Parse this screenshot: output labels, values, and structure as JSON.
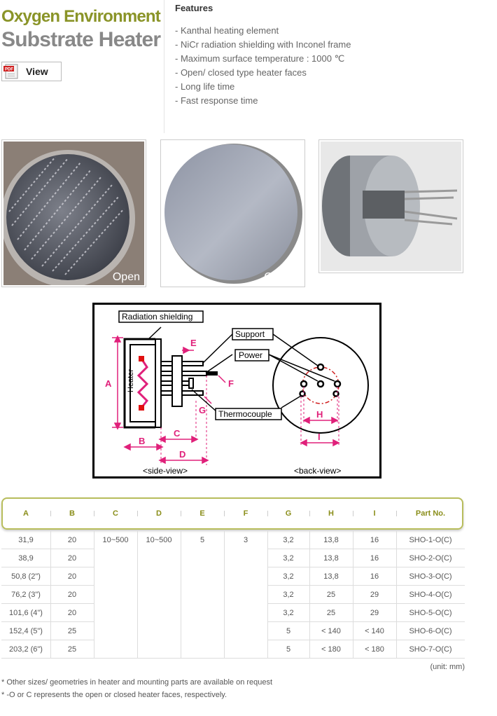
{
  "header": {
    "title_line1": "Oxygen Environment",
    "title_line2": "Substrate Heater",
    "view_label": "View",
    "pdf_label": "PDF"
  },
  "features": {
    "heading": "Features",
    "items": [
      "- Kanthal heating element",
      "- NiCr radiation shielding with Inconel frame",
      "- Maximum surface temperature : 1000 ℃",
      "- Open/ closed type heater faces",
      "- Long life time",
      "- Fast response time"
    ]
  },
  "photos": [
    {
      "label": "Open"
    },
    {
      "label": "Closed"
    },
    {
      "label": ""
    }
  ],
  "diagram": {
    "radiation_shielding": "Radiation shielding",
    "support": "Support",
    "power": "Power",
    "thermocouple": "Thermocouple",
    "heater": "Heater",
    "side_view": "<side-view>",
    "back_view": "<back-view>",
    "dims": {
      "a": "A",
      "b": "B",
      "c": "C",
      "d": "D",
      "e": "E",
      "f": "F",
      "g": "G",
      "h": "H",
      "i": "I"
    }
  },
  "table": {
    "headers": [
      "A",
      "B",
      "C",
      "D",
      "E",
      "F",
      "G",
      "H",
      "I",
      "Part No."
    ],
    "shared": {
      "c": "10~500",
      "d": "10~500",
      "e": "5",
      "f": "3"
    },
    "rows": [
      {
        "a": "31,9",
        "b": "20",
        "g": "3,2",
        "h": "13,8",
        "i": "16",
        "part": "SHO-1-O(C)"
      },
      {
        "a": "38,9",
        "b": "20",
        "g": "3,2",
        "h": "13,8",
        "i": "16",
        "part": "SHO-2-O(C)"
      },
      {
        "a": "50,8 (2\")",
        "b": "20",
        "g": "3,2",
        "h": "13,8",
        "i": "16",
        "part": "SHO-3-O(C)"
      },
      {
        "a": "76,2 (3\")",
        "b": "20",
        "g": "3,2",
        "h": "25",
        "i": "29",
        "part": "SHO-4-O(C)"
      },
      {
        "a": "101,6 (4\")",
        "b": "20",
        "g": "3,2",
        "h": "25",
        "i": "29",
        "part": "SHO-5-O(C)"
      },
      {
        "a": "152,4 (5\")",
        "b": "25",
        "g": "5",
        "h": "< 140",
        "i": "< 140",
        "part": "SHO-6-O(C)"
      },
      {
        "a": "203,2 (6\")",
        "b": "25",
        "g": "5",
        "h": "< 180",
        "i": "< 180",
        "part": "SHO-7-O(C)"
      }
    ],
    "unit": "(unit: mm)"
  },
  "notes": [
    "* Other sizes/ geometries in heater and mounting parts are available on request",
    "* -O or C represents the open or closed heater faces, respectively."
  ]
}
